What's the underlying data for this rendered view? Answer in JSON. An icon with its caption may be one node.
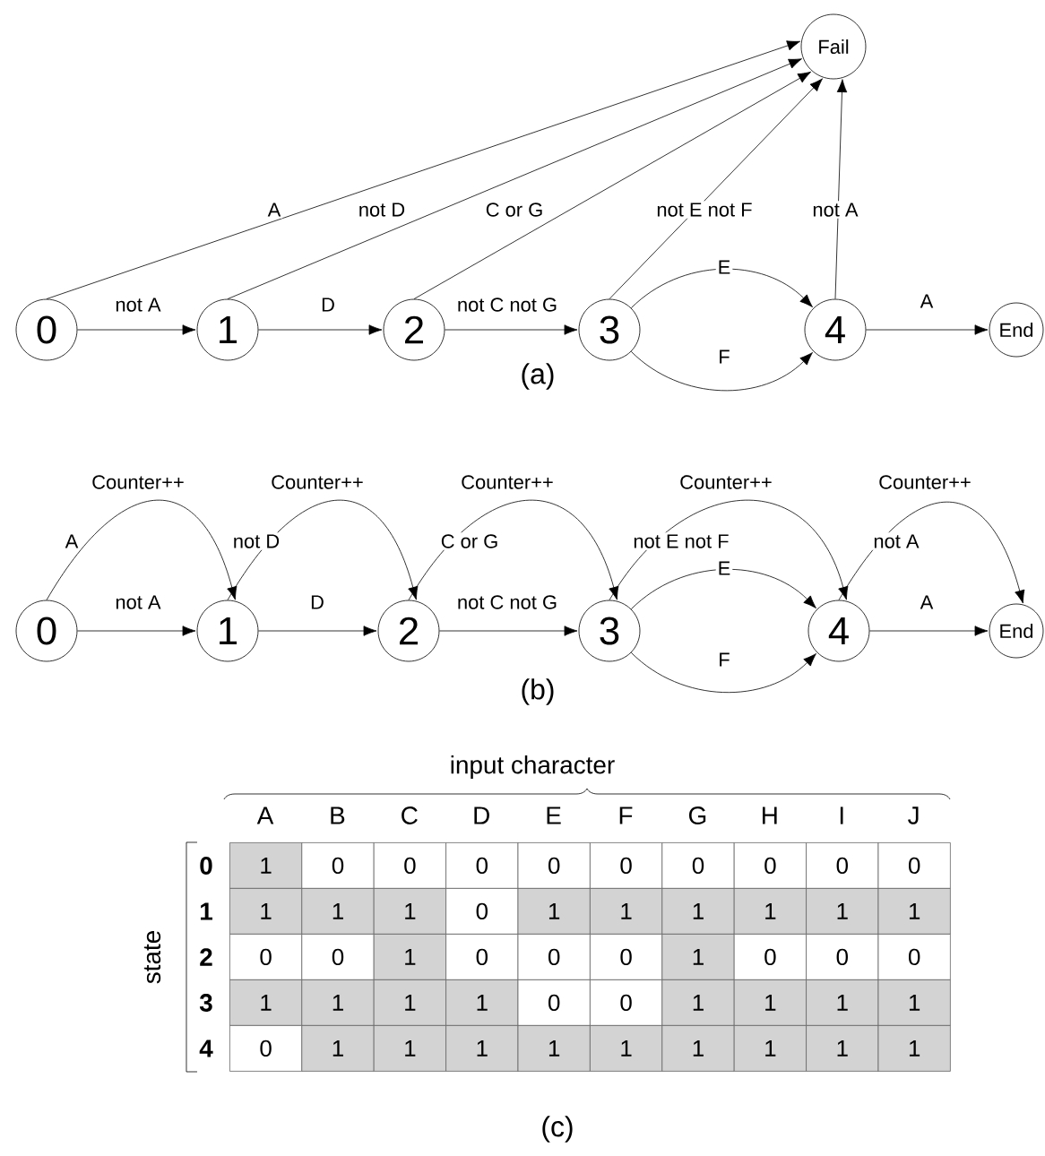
{
  "diagram": {
    "nodes": [
      {
        "text": [
          "0"
        ]
      },
      {
        "text": [
          "1"
        ]
      },
      {
        "text": [
          "2"
        ]
      },
      {
        "text": [
          "3"
        ]
      },
      {
        "text": [
          "4"
        ]
      },
      {
        "text": [
          "End"
        ]
      },
      {
        "text": [
          "Fail"
        ]
      },
      {
        "text": [
          "0"
        ]
      },
      {
        "text": [
          "1"
        ]
      },
      {
        "text": [
          "2"
        ]
      },
      {
        "text": [
          "3"
        ]
      },
      {
        "text": [
          "4"
        ]
      },
      {
        "text": [
          "End"
        ]
      }
    ],
    "edges": [
      {
        "from": 0,
        "to": 1,
        "arrow": "to",
        "label": "not A"
      },
      {
        "from": 1,
        "to": 2,
        "arrow": "to",
        "label": "D"
      },
      {
        "from": 2,
        "to": 3,
        "arrow": "to",
        "label": "not C not G"
      },
      {
        "from": 3,
        "to": 4,
        "arrow": "to",
        "label": "E"
      },
      {
        "from": 3,
        "to": 4,
        "arrow": "to",
        "label": "F"
      },
      {
        "from": 4,
        "to": 5,
        "arrow": "to",
        "label": "A"
      },
      {
        "from": 0,
        "to": 6,
        "arrow": "to",
        "label": "A"
      },
      {
        "from": 1,
        "to": 6,
        "arrow": "to",
        "label": "not D"
      },
      {
        "from": 2,
        "to": 6,
        "arrow": "to",
        "label": "C or G"
      },
      {
        "from": 3,
        "to": 6,
        "arrow": "to",
        "label": "not E not F"
      },
      {
        "from": 4,
        "to": 6,
        "arrow": "to",
        "label": "not A"
      },
      {
        "from": 7,
        "to": 8,
        "arrow": "to",
        "label": "not A"
      },
      {
        "from": 8,
        "to": 9,
        "arrow": "to",
        "label": "D"
      },
      {
        "from": 9,
        "to": 10,
        "arrow": "to",
        "label": "not C not G"
      },
      {
        "from": 10,
        "to": 11,
        "arrow": "to",
        "label": "E"
      },
      {
        "from": 10,
        "to": 11,
        "arrow": "to",
        "label": "F"
      },
      {
        "from": 11,
        "to": 12,
        "arrow": "to",
        "label": "A"
      },
      {
        "from": 7,
        "to": 8,
        "arrow": "to",
        "label": "A"
      },
      {
        "from": 8,
        "to": 9,
        "arrow": "to",
        "label": "not D"
      },
      {
        "from": 9,
        "to": 10,
        "arrow": "to",
        "label": "C or G"
      },
      {
        "from": 10,
        "to": 11,
        "arrow": "to",
        "label": "not E not F"
      },
      {
        "from": 11,
        "to": 12,
        "arrow": "to",
        "label": "not A"
      }
    ],
    "labels": [
      "(a)",
      "Counter++",
      "Counter++",
      "Counter++",
      "Counter++",
      "Counter++",
      "(b)",
      "input character",
      "A",
      "B",
      "C",
      "D",
      "E",
      "F",
      "G",
      "H",
      "I",
      "J",
      "state",
      "0",
      "1",
      "0",
      "0",
      "0",
      "0",
      "0",
      "0",
      "0",
      "0",
      "0",
      "1",
      "1",
      "1",
      "1",
      "0",
      "1",
      "1",
      "1",
      "1",
      "1",
      "1",
      "2",
      "0",
      "0",
      "1",
      "0",
      "0",
      "0",
      "1",
      "0",
      "0",
      "0",
      "3",
      "1",
      "1",
      "1",
      "1",
      "0",
      "0",
      "1",
      "1",
      "1",
      "1",
      "4",
      "0",
      "1",
      "1",
      "1",
      "1",
      "1",
      "1",
      "1",
      "1",
      "1",
      "(c)"
    ]
  }
}
